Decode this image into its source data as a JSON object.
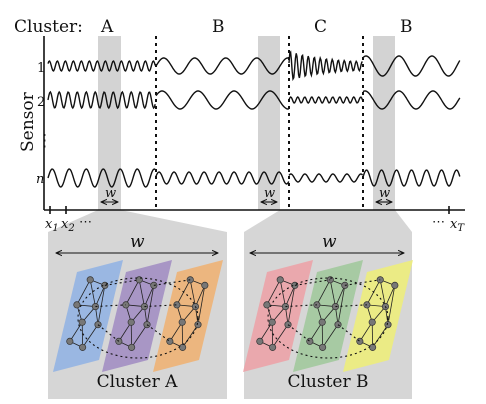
{
  "figure": {
    "cluster_label": "Cluster:",
    "segments": [
      {
        "label": "A"
      },
      {
        "label": "B"
      },
      {
        "label": "C"
      },
      {
        "label": "B"
      }
    ],
    "y_axis_label": "Sensor",
    "sensor_labels": [
      "1",
      "2",
      "⋮",
      "n"
    ],
    "window_label": "w",
    "x_labels": {
      "x1": "x",
      "x1_sub": "1",
      "x2": "x",
      "x2_sub": "2",
      "xT": "x",
      "xT_sub": "T",
      "dots_left": "⋯",
      "dots_right": "⋯"
    },
    "panels": [
      {
        "title": "Cluster A",
        "window_label": "w",
        "layer_colors": [
          "#8fb1e4",
          "#a08bc2",
          "#f0b070"
        ]
      },
      {
        "title": "Cluster B",
        "window_label": "w",
        "layer_colors": [
          "#eda0a6",
          "#9fc89a",
          "#eeee77"
        ]
      }
    ]
  }
}
